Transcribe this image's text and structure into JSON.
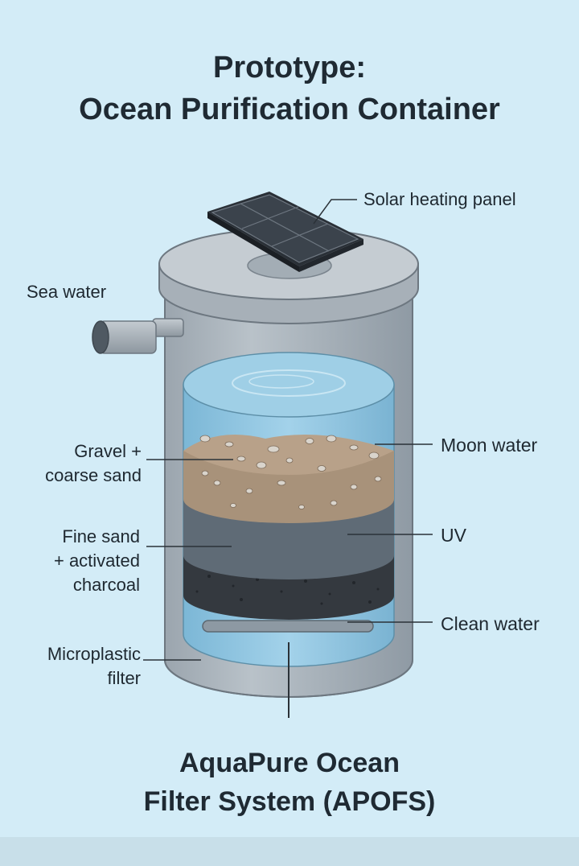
{
  "title": {
    "line1": "Prototype:",
    "line2": "Ocean Purification Container"
  },
  "subtitle": {
    "line1": "AquaPure Ocean",
    "line2": "Filter System (APOFS)"
  },
  "labels": {
    "solar_panel": "Solar heating panel",
    "sea_water": "Sea water",
    "moon_water": "Moon water",
    "gravel_line1": "Gravel +",
    "gravel_line2": "coarse sand",
    "fine_sand_line1": "Fine sand",
    "fine_sand_line2": "+ activated",
    "fine_sand_line3": "charcoal",
    "uv": "UV",
    "clean_water": "Clean water",
    "microplastic_line1": "Microplastic",
    "microplastic_line2": "filter"
  },
  "colors": {
    "background": "#d3ecf7",
    "container": "#a9b2ba",
    "water": "#8fc4df",
    "gravel": "#a8927a",
    "fine_sand": "#5f6b76",
    "charcoal": "#34393f",
    "solar_panel": "#3b434c"
  }
}
